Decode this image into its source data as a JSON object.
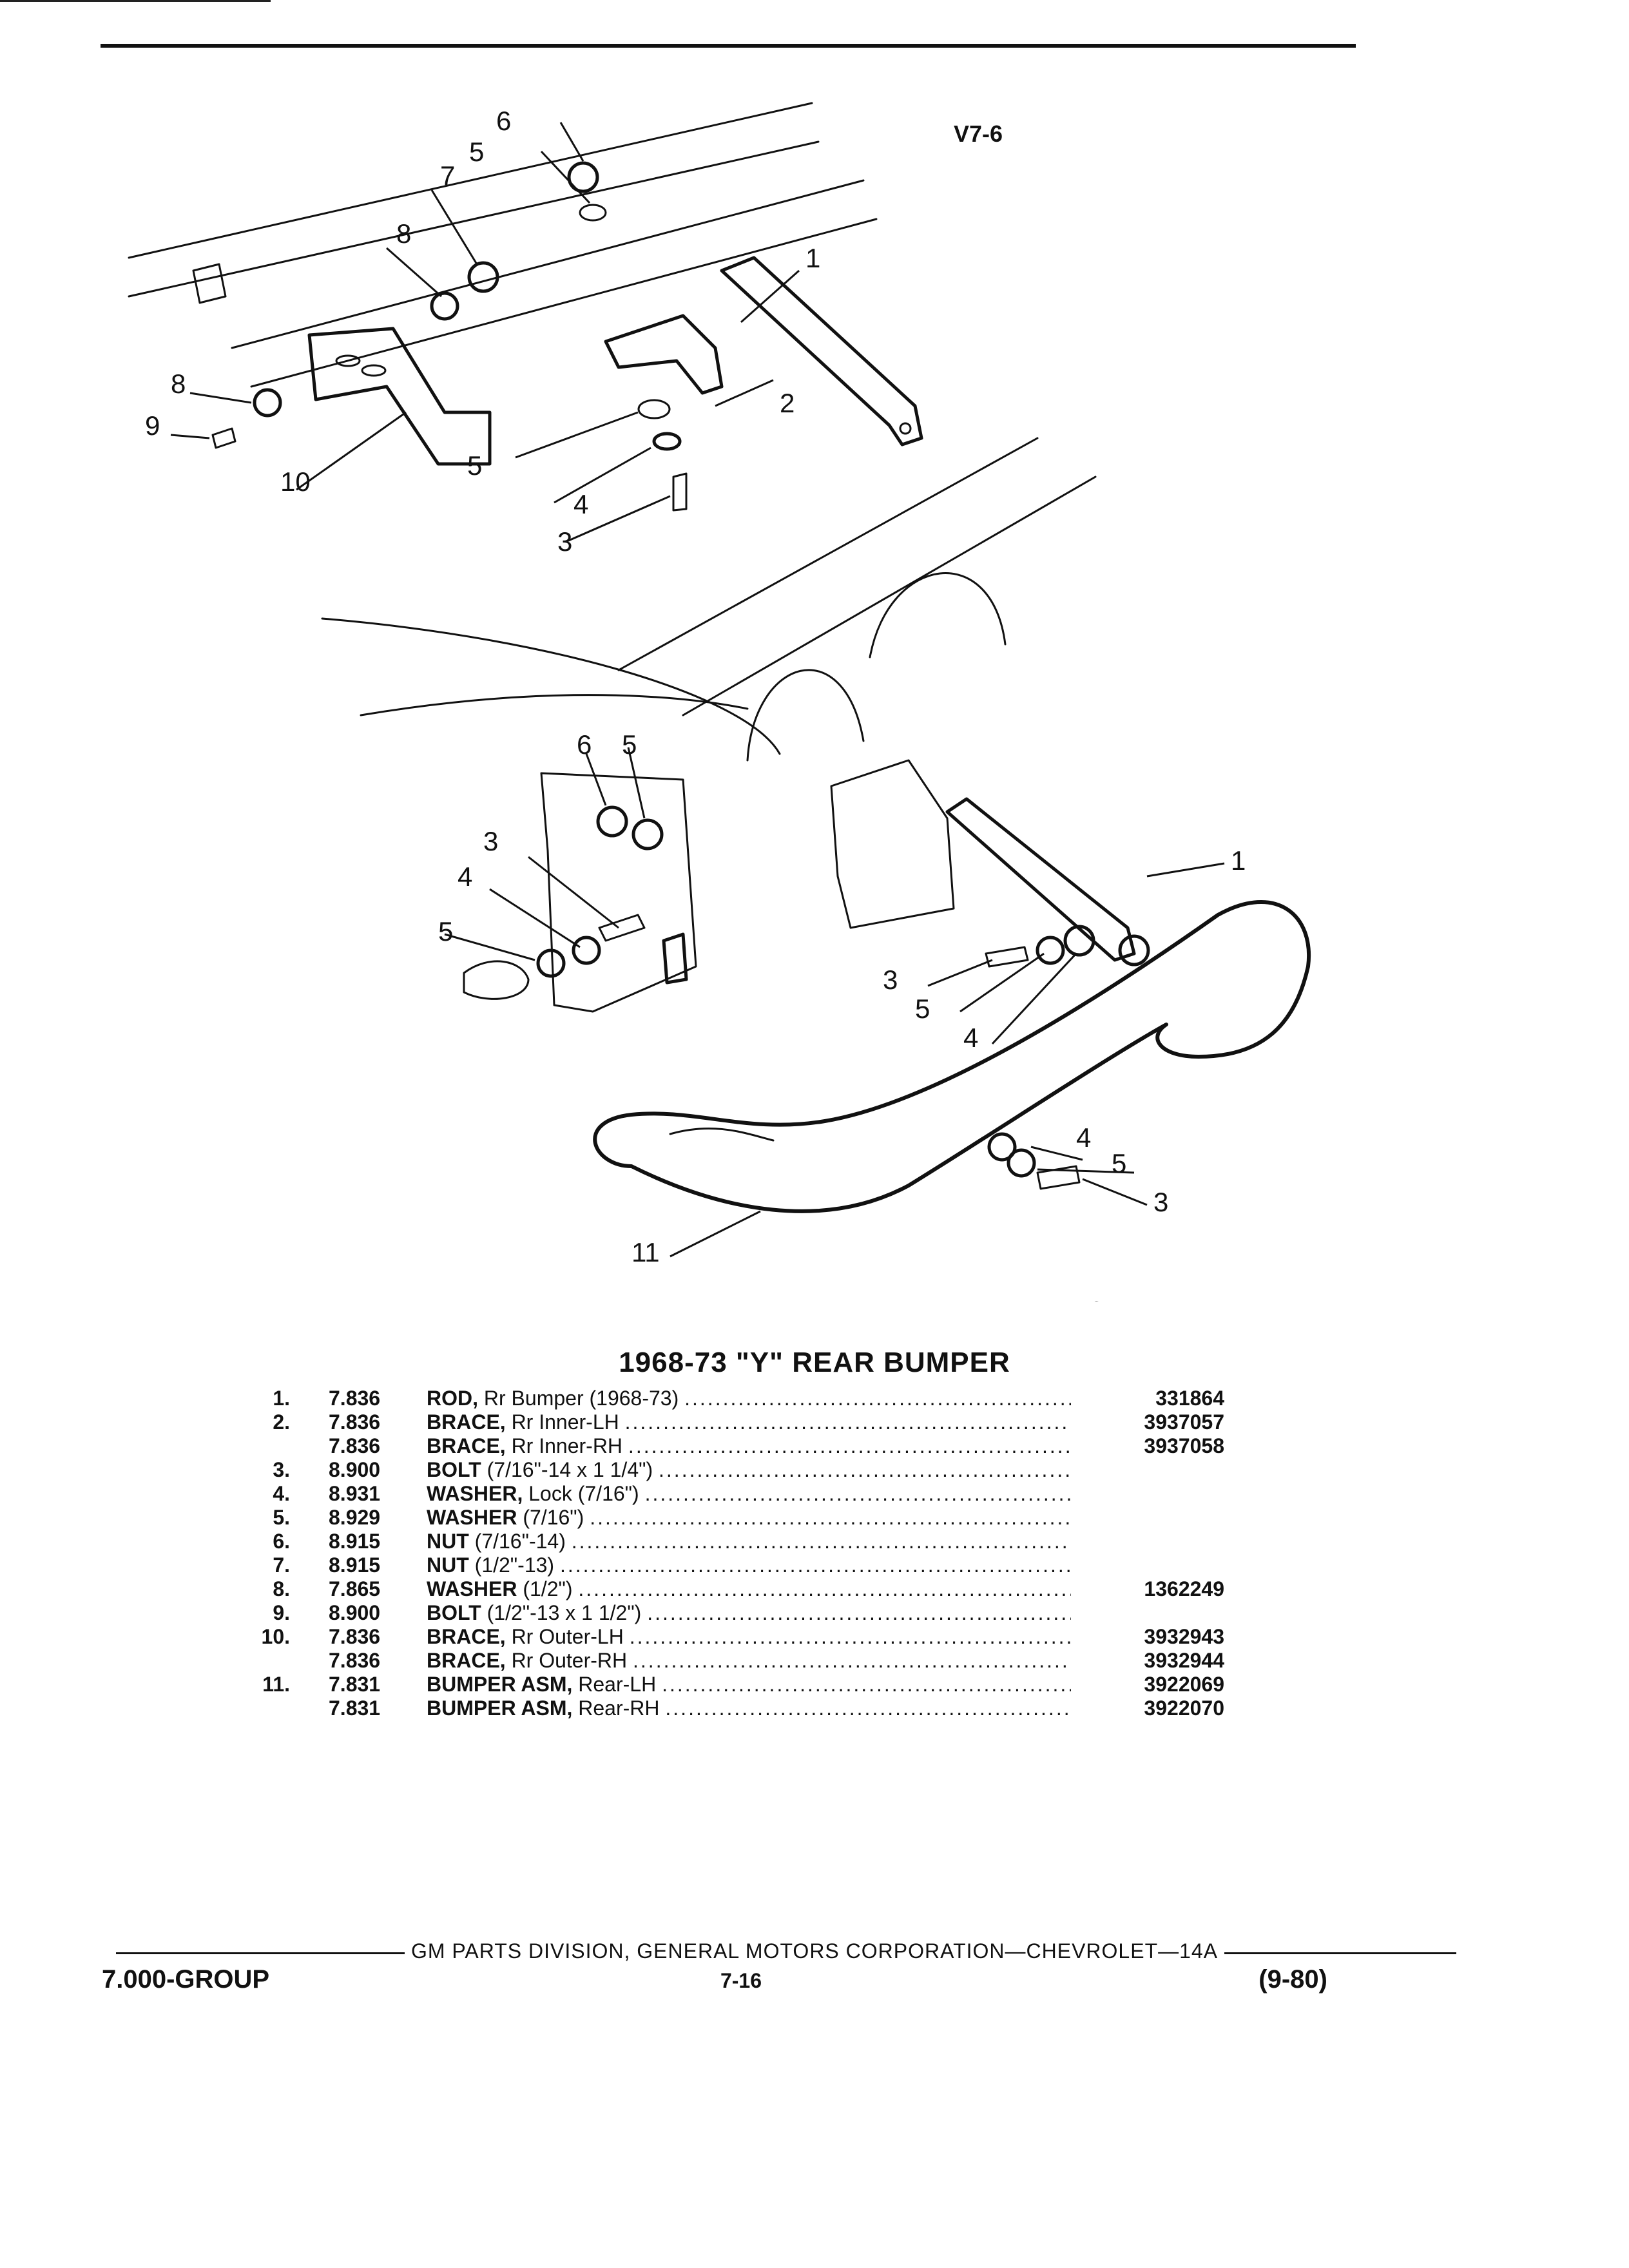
{
  "diagram": {
    "code_top": "V7-6",
    "code_bottom": "V7-6",
    "callouts_top": [
      "1",
      "2",
      "3",
      "4",
      "5",
      "5",
      "6",
      "7",
      "8",
      "8",
      "9",
      "10"
    ],
    "callouts_bottom": [
      "1",
      "3",
      "3",
      "3",
      "4",
      "4",
      "4",
      "5",
      "5",
      "5",
      "5",
      "6",
      "11"
    ]
  },
  "section": {
    "title": "1968-73 \"Y\" REAR BUMPER"
  },
  "parts": [
    {
      "num": "1.",
      "group": "7.836",
      "name": "ROD,",
      "spec": "Rr Bumper (1968-73)",
      "part_no": "331864"
    },
    {
      "num": "2.",
      "group": "7.836",
      "name": "BRACE,",
      "spec": "Rr Inner-LH",
      "part_no": "3937057"
    },
    {
      "num": "",
      "group": "7.836",
      "name": "BRACE,",
      "spec": "Rr Inner-RH",
      "part_no": "3937058"
    },
    {
      "num": "3.",
      "group": "8.900",
      "name": "BOLT",
      "spec": "(7/16\"-14 x 1 1/4\")",
      "part_no": ""
    },
    {
      "num": "4.",
      "group": "8.931",
      "name": "WASHER,",
      "spec": "Lock (7/16\")",
      "part_no": ""
    },
    {
      "num": "5.",
      "group": "8.929",
      "name": "WASHER",
      "spec": "(7/16\")",
      "part_no": ""
    },
    {
      "num": "6.",
      "group": "8.915",
      "name": "NUT",
      "spec": "(7/16\"-14)",
      "part_no": ""
    },
    {
      "num": "7.",
      "group": "8.915",
      "name": "NUT",
      "spec": "(1/2\"-13)",
      "part_no": ""
    },
    {
      "num": "8.",
      "group": "7.865",
      "name": "WASHER",
      "spec": "(1/2\")",
      "part_no": "1362249"
    },
    {
      "num": "9.",
      "group": "8.900",
      "name": "BOLT",
      "spec": "(1/2\"-13 x 1 1/2\")",
      "part_no": ""
    },
    {
      "num": "10.",
      "group": "7.836",
      "name": "BRACE,",
      "spec": "Rr Outer-LH",
      "part_no": "3932943"
    },
    {
      "num": "",
      "group": "7.836",
      "name": "BRACE,",
      "spec": "Rr Outer-RH",
      "part_no": "3932944"
    },
    {
      "num": "11.",
      "group": "7.831",
      "name": "BUMPER ASM,",
      "spec": "Rear-LH",
      "part_no": "3922069"
    },
    {
      "num": "",
      "group": "7.831",
      "name": "BUMPER ASM,",
      "spec": "Rear-RH",
      "part_no": "3922070"
    }
  ],
  "footer": {
    "center": "GM PARTS DIVISION, GENERAL MOTORS CORPORATION—CHEVROLET—14A",
    "group": "7.000-GROUP",
    "page": "7-16",
    "date": "(9-80)"
  }
}
